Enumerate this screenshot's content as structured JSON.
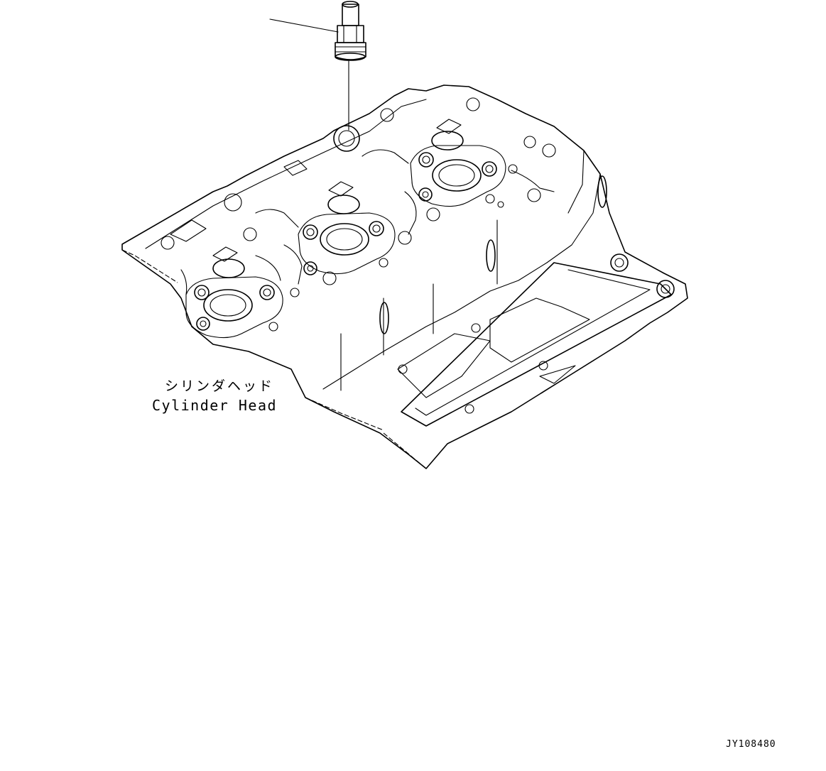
{
  "labels": {
    "part_name_jp": "シリンダヘッド",
    "part_name_en": "Cylinder Head"
  },
  "drawing_id": "JY108480"
}
